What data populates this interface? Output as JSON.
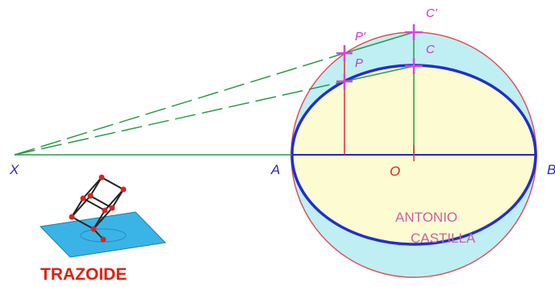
{
  "labels": {
    "x": "X",
    "a": "A",
    "o": "O",
    "b": "B",
    "p": "P",
    "p_prime": "P'",
    "c": "C",
    "c_prime": "C'"
  },
  "watermark": {
    "line1": "ANTONIO",
    "line2": "CASTILLA"
  },
  "logo": {
    "text": "TRAZOIDE"
  },
  "colors": {
    "circle_fill": "#bfeff2",
    "ellipse_fill": "#fdfbd2",
    "circle_stroke": "#e0505a",
    "ellipse_stroke": "#1f2fcf",
    "axis": "#2222cc",
    "construction": "#2a9a4a",
    "ordinate": "#e03030",
    "marker": "#e040e0",
    "label_blue": "#2a2acc",
    "label_red": "#dd2020",
    "label_magenta": "#d030d0",
    "label_green": "#338844",
    "watermark": "#d060a0",
    "logo_text": "#e02010",
    "logo_plane": "#3ab4e6"
  }
}
